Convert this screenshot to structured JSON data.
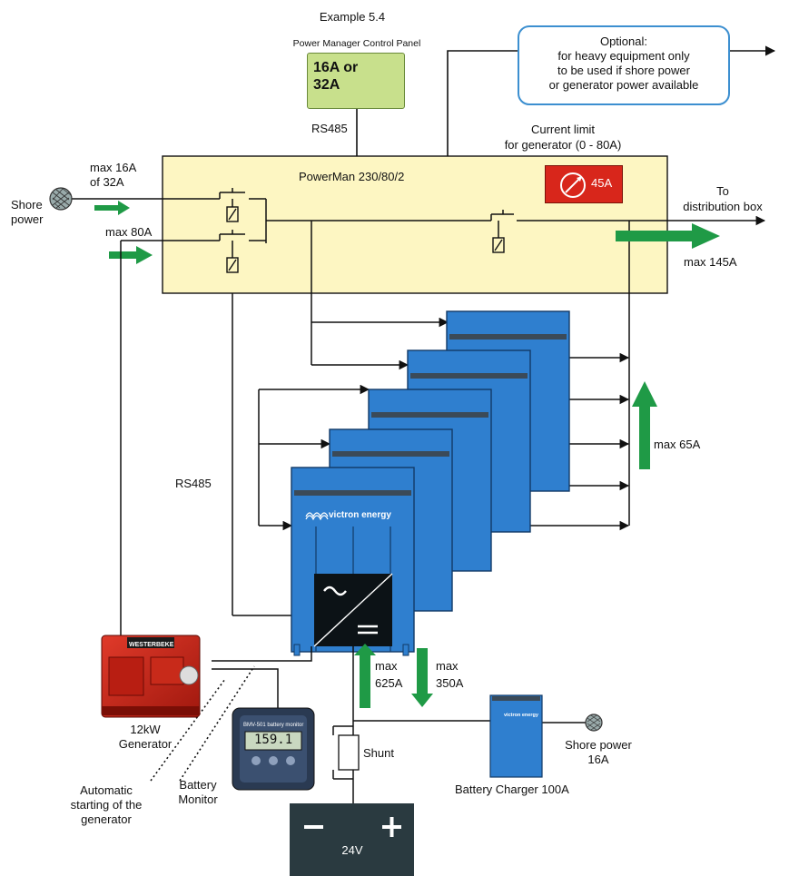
{
  "title": "Example 5.4",
  "control_panel": {
    "caption": "Power Manager Control Panel",
    "line1": "16A or",
    "line2": "32A"
  },
  "optional_box": {
    "line1": "Optional:",
    "line2": "for heavy equipment only",
    "line3": "to be used if shore power",
    "line4": "or generator power available"
  },
  "rs485_top": "RS485",
  "current_limit": {
    "line1": "Current limit",
    "line2": "for generator (0 - 80A)",
    "value": "45A"
  },
  "powerman_label": "PowerMan 230/80/2",
  "shore_input": {
    "max_line1": "max 16A",
    "max_line2": "of 32A",
    "label_line1": "Shore",
    "label_line2": "power"
  },
  "gen_input_max": "max 80A",
  "distribution": {
    "line1": "To",
    "line2": "distribution box",
    "max": "max 145A"
  },
  "inverter_out_max": "max 65A",
  "rs485_left": "RS485",
  "brand": "victron energy",
  "currents": {
    "charge_line1": "max",
    "charge_line2": "625A",
    "discharge_line1": "max",
    "discharge_line2": "350A"
  },
  "generator": {
    "line1": "12kW",
    "line2": "Generator",
    "brand": "WESTERBEKE"
  },
  "auto_start": {
    "line1": "Automatic",
    "line2": "starting of the",
    "line3": "generator"
  },
  "battery_monitor": {
    "line1": "Battery",
    "line2": "Monitor",
    "model": "BMV-501 battery monitor",
    "reading": "159.1"
  },
  "shunt": "Shunt",
  "battery_charger": {
    "label": "Battery Charger 100A",
    "brand": "victron energy"
  },
  "shore_charger": {
    "line1": "Shore power",
    "line2": "16A"
  },
  "battery": {
    "minus": "−",
    "plus": "+",
    "voltage": "24V"
  },
  "colors": {
    "powerman_fill": "#fdf6c2",
    "multi_blue": "#2f7fcf",
    "arrow_green": "#1f9a46",
    "red_panel": "#d8261b",
    "control_panel_green": "#c8e08c",
    "battery_dark": "#2a3a40"
  }
}
